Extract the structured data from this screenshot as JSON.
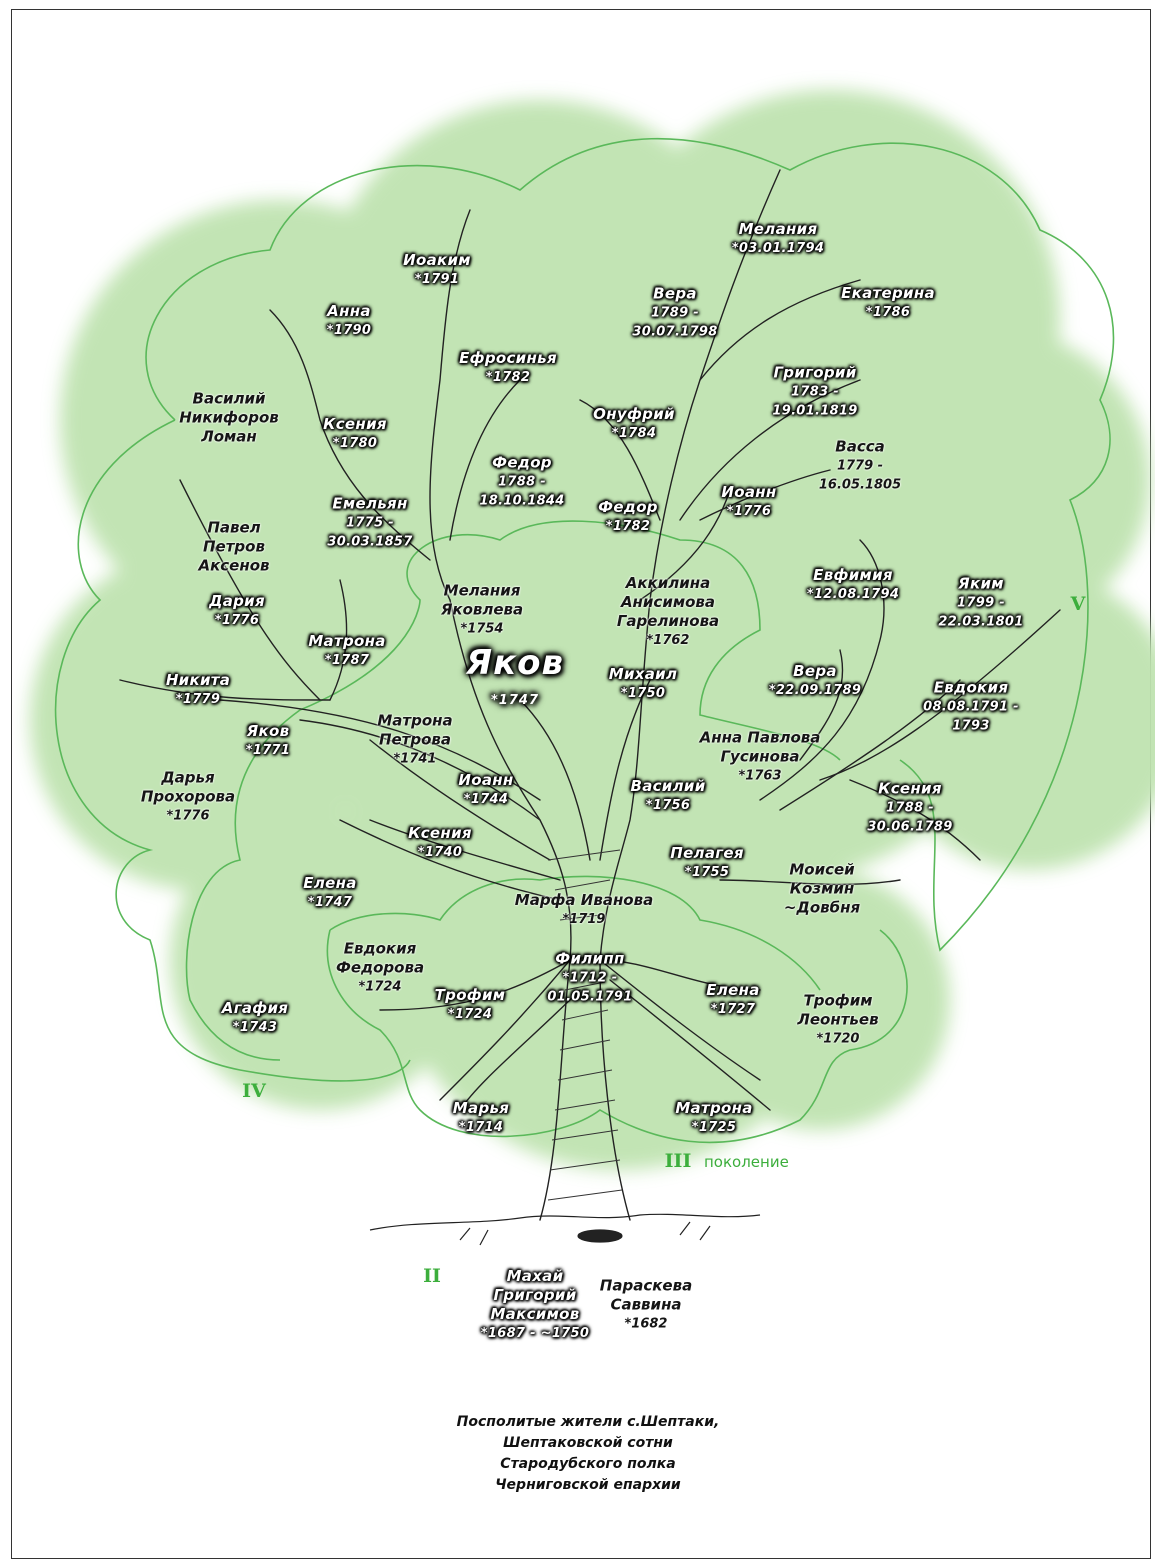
{
  "caption": [
    "Посполитые жители с.Шептаки,",
    "Шептаковской сотни",
    "Стародубского полка",
    "Черниговской епархии"
  ],
  "generations": [
    {
      "id": "g2",
      "label": "II"
    },
    {
      "id": "g3",
      "label": "III",
      "suffix": "поколение"
    },
    {
      "id": "g4",
      "label": "IV"
    },
    {
      "id": "g5",
      "label": "V"
    }
  ],
  "colors": {
    "crown_fill": "#bfe3b0",
    "crown_line": "#5ab85a",
    "branch_line": "#222222",
    "frame": "#333333",
    "generation": "#3cae3c"
  },
  "people": [
    {
      "id": "iakov",
      "style": "main",
      "lines": [
        "Яков"
      ],
      "date": "*1747"
    },
    {
      "id": "makhai",
      "style": "dark",
      "lines": [
        "Махай",
        "Григорий",
        "Максимов"
      ],
      "date": "*1687 - ~1750"
    },
    {
      "id": "paraskeva",
      "style": "plain",
      "lines": [
        "Параскева",
        "Саввина"
      ],
      "date": "*1682"
    },
    {
      "id": "marfa",
      "style": "plain",
      "lines": [
        "Марфа Иванова"
      ],
      "date": "*1719"
    },
    {
      "id": "filipp",
      "style": "dark",
      "lines": [
        "Филипп"
      ],
      "date": "*1712 - 01.05.1791"
    },
    {
      "id": "evdokia-f",
      "style": "plain",
      "lines": [
        "Евдокия",
        "Федорова"
      ],
      "date": "*1724"
    },
    {
      "id": "trofim-1724",
      "style": "dark",
      "lines": [
        "Трофим"
      ],
      "date": "*1724"
    },
    {
      "id": "elena-1727",
      "style": "dark",
      "lines": [
        "Елена"
      ],
      "date": "*1727"
    },
    {
      "id": "trofim-leontiev",
      "style": "plain",
      "lines": [
        "Трофим",
        "Леонтьев"
      ],
      "date": "*1720"
    },
    {
      "id": "marya",
      "style": "dark",
      "lines": [
        "Марья"
      ],
      "date": "*1714"
    },
    {
      "id": "matrona-1725",
      "style": "dark",
      "lines": [
        "Матрона"
      ],
      "date": "*1725"
    },
    {
      "id": "agafia",
      "style": "dark",
      "lines": [
        "Агафия"
      ],
      "date": "*1743"
    },
    {
      "id": "elena-1747",
      "style": "dark",
      "lines": [
        "Елена"
      ],
      "date": "*1747"
    },
    {
      "id": "ksenia-1740",
      "style": "dark",
      "lines": [
        "Ксения"
      ],
      "date": "*1740"
    },
    {
      "id": "ioann-1744",
      "style": "dark",
      "lines": [
        "Иоанн"
      ],
      "date": "*1744"
    },
    {
      "id": "matrona-petrova",
      "style": "plain",
      "lines": [
        "Матрона",
        "Петрова"
      ],
      "date": "*1741"
    },
    {
      "id": "iakov-1771",
      "style": "dark",
      "lines": [
        "Яков"
      ],
      "date": "*1771"
    },
    {
      "id": "daria-prokhorova",
      "style": "plain",
      "lines": [
        "Дарья",
        "Прохорова"
      ],
      "date": "*1776"
    },
    {
      "id": "nikita",
      "style": "dark",
      "lines": [
        "Никита"
      ],
      "date": "*1779"
    },
    {
      "id": "matrona-1787",
      "style": "dark",
      "lines": [
        "Матрона"
      ],
      "date": "*1787"
    },
    {
      "id": "daria-1776",
      "style": "dark",
      "lines": [
        "Дария"
      ],
      "date": "*1776"
    },
    {
      "id": "pavel",
      "style": "plain",
      "lines": [
        "Павел",
        "Петров",
        "Аксенов"
      ],
      "date": ""
    },
    {
      "id": "emelian",
      "style": "dark",
      "lines": [
        "Емельян"
      ],
      "date": "1775 - 30.03.1857"
    },
    {
      "id": "vasiliy-loman",
      "style": "plain",
      "lines": [
        "Василий",
        "Никифоров",
        "Ломан"
      ],
      "date": ""
    },
    {
      "id": "ksenia-1780",
      "style": "dark",
      "lines": [
        "Ксения"
      ],
      "date": "*1780"
    },
    {
      "id": "anna-1790",
      "style": "dark",
      "lines": [
        "Анна"
      ],
      "date": "*1790"
    },
    {
      "id": "ioakim",
      "style": "dark",
      "lines": [
        "Иоаким"
      ],
      "date": "*1791"
    },
    {
      "id": "efrosinia",
      "style": "dark",
      "lines": [
        "Ефросинья"
      ],
      "date": "*1782"
    },
    {
      "id": "fedor-1788",
      "style": "dark",
      "lines": [
        "Федор"
      ],
      "date": "1788 - 18.10.1844"
    },
    {
      "id": "melania-ia",
      "style": "plain",
      "lines": [
        "Мелания",
        "Яковлева"
      ],
      "date": "*1754"
    },
    {
      "id": "onufriy",
      "style": "dark",
      "lines": [
        "Онуфрий"
      ],
      "date": "*1784"
    },
    {
      "id": "vera-1789",
      "style": "dark",
      "lines": [
        "Вера"
      ],
      "date": "1789 - 30.07.1798"
    },
    {
      "id": "melania-1794",
      "style": "dark",
      "lines": [
        "Мелания"
      ],
      "date": "*03.01.1794"
    },
    {
      "id": "ekaterina",
      "style": "dark",
      "lines": [
        "Екатерина"
      ],
      "date": "*1786"
    },
    {
      "id": "grigoriy",
      "style": "dark",
      "lines": [
        "Григорий"
      ],
      "date": "1783 - 19.01.1819"
    },
    {
      "id": "vassa",
      "style": "plain",
      "lines": [
        "Васса"
      ],
      "date": "1779 - 16.05.1805"
    },
    {
      "id": "fedor-1782",
      "style": "dark",
      "lines": [
        "Федор"
      ],
      "date": "*1782"
    },
    {
      "id": "ioann-1776",
      "style": "dark",
      "lines": [
        "Иоанн"
      ],
      "date": "*1776"
    },
    {
      "id": "akkilina",
      "style": "plain",
      "lines": [
        "Аккилина",
        "Анисимова",
        "Гарелинова"
      ],
      "date": "*1762"
    },
    {
      "id": "mikhail",
      "style": "dark",
      "lines": [
        "Михаил"
      ],
      "date": "*1750"
    },
    {
      "id": "evfimia",
      "style": "dark",
      "lines": [
        "Евфимия"
      ],
      "date": "*12.08.1794"
    },
    {
      "id": "iakim",
      "style": "dark",
      "lines": [
        "Яким"
      ],
      "date": "1799 - 22.03.1801"
    },
    {
      "id": "vera-22",
      "style": "dark",
      "lines": [
        "Вера"
      ],
      "date": "*22.09.1789"
    },
    {
      "id": "evdokia-1791",
      "style": "dark",
      "lines": [
        "Евдокия"
      ],
      "date": "08.08.1791 - 1793"
    },
    {
      "id": "anna-gusinova",
      "style": "plain",
      "lines": [
        "Анна Павлова",
        "Гусинова"
      ],
      "date": "*1763"
    },
    {
      "id": "vasiliy-1756",
      "style": "dark",
      "lines": [
        "Василий"
      ],
      "date": "*1756"
    },
    {
      "id": "ksenia-1788",
      "style": "dark",
      "lines": [
        "Ксения"
      ],
      "date": "1788 - 30.06.1789"
    },
    {
      "id": "pelageia",
      "style": "dark",
      "lines": [
        "Пелагея"
      ],
      "date": "*1755"
    },
    {
      "id": "moisei",
      "style": "plain",
      "lines": [
        "Моисей",
        "Козмин",
        "~Довбня"
      ],
      "date": ""
    }
  ]
}
